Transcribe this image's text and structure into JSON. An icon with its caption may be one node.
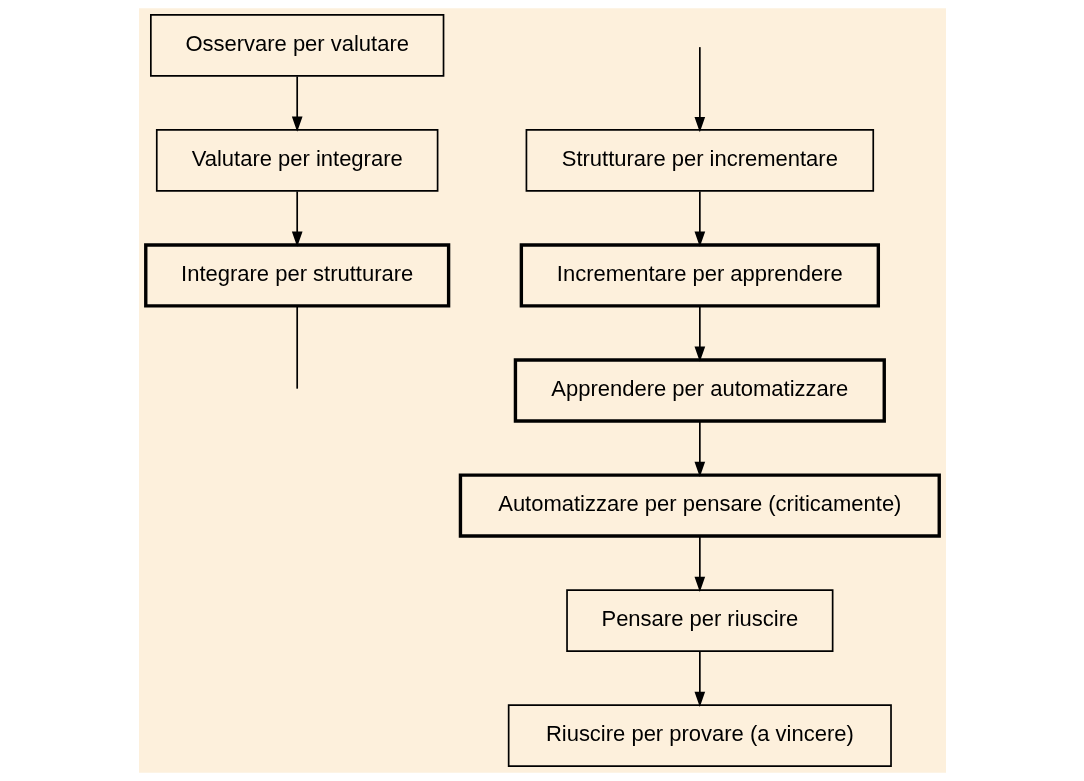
{
  "diagram": {
    "nodes": [
      {
        "text": [
          "Osservare per valutare"
        ]
      },
      {
        "text": [
          "Valutare per integrare"
        ]
      },
      {
        "text": [
          "Integrare per strutturare"
        ]
      },
      {
        "text": [
          "Strutturare per incrementare"
        ]
      },
      {
        "text": [
          "Incrementare per apprendere"
        ]
      },
      {
        "text": [
          "Apprendere per automatizzare"
        ]
      },
      {
        "text": [
          "Automatizzare per pensare (criticamente)"
        ]
      },
      {
        "text": [
          "Pensare per riuscire"
        ]
      },
      {
        "text": [
          "Riuscire per provare (a vincere)"
        ]
      }
    ],
    "edges": [
      {
        "from": 0,
        "to": 1,
        "arrow": "to"
      },
      {
        "from": 1,
        "to": 2,
        "arrow": "to"
      },
      {
        "from": 2,
        "to": null,
        "arrow": "none"
      },
      {
        "from": null,
        "to": 3,
        "arrow": "to"
      },
      {
        "from": 3,
        "to": 4,
        "arrow": "to"
      },
      {
        "from": 4,
        "to": 5,
        "arrow": "to"
      },
      {
        "from": 5,
        "to": 6,
        "arrow": "to"
      },
      {
        "from": 6,
        "to": 7,
        "arrow": "to"
      },
      {
        "from": 7,
        "to": 8,
        "arrow": "to"
      }
    ]
  }
}
